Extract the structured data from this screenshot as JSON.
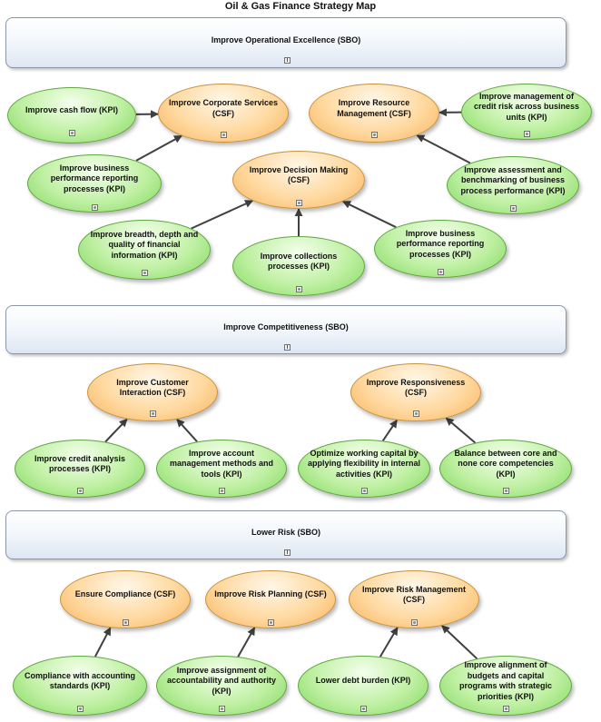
{
  "title": "Oil & Gas Finance Strategy Map",
  "colors": {
    "csf": "#ffd9a0",
    "kpi": "#bff0a2",
    "sbo": "#eef3fa",
    "arrow": "#404040"
  },
  "sbos": [
    {
      "id": "sbo1",
      "label": "Improve Operational Excellence (SBO)"
    },
    {
      "id": "sbo2",
      "label": "Improve Competitiveness (SBO)"
    },
    {
      "id": "sbo3",
      "label": "Lower Risk (SBO)"
    }
  ],
  "nodes": [
    {
      "id": "n1",
      "kind": "kpi",
      "label": "Improve cash flow (KPI)"
    },
    {
      "id": "n2",
      "kind": "csf",
      "label": "Improve Corporate Services (CSF)"
    },
    {
      "id": "n3",
      "kind": "csf",
      "label": "Improve Resource Management (CSF)"
    },
    {
      "id": "n4",
      "kind": "kpi",
      "label": "Improve management of credit risk across business units (KPI)"
    },
    {
      "id": "n5",
      "kind": "kpi",
      "label": "Improve business performance reporting processes (KPI)"
    },
    {
      "id": "n6",
      "kind": "csf",
      "label": "Improve Decision Making (CSF)"
    },
    {
      "id": "n7",
      "kind": "kpi",
      "label": "Improve assessment and benchmarking of business process performance (KPI)"
    },
    {
      "id": "n8",
      "kind": "kpi",
      "label": "Improve breadth, depth and quality of financial information (KPI)"
    },
    {
      "id": "n9",
      "kind": "kpi",
      "label": "Improve collections processes (KPI)"
    },
    {
      "id": "n10",
      "kind": "kpi",
      "label": "Improve business performance reporting processes (KPI)"
    },
    {
      "id": "n11",
      "kind": "csf",
      "label": "Improve Customer Interaction (CSF)"
    },
    {
      "id": "n12",
      "kind": "csf",
      "label": "Improve Responsiveness (CSF)"
    },
    {
      "id": "n13",
      "kind": "kpi",
      "label": "Improve credit analysis processes (KPI)"
    },
    {
      "id": "n14",
      "kind": "kpi",
      "label": "Improve account management methods and tools (KPI)"
    },
    {
      "id": "n15",
      "kind": "kpi",
      "label": "Optimize working capital by applying flexibility in internal activities (KPI)"
    },
    {
      "id": "n16",
      "kind": "kpi",
      "label": "Balance between core and none core competencies (KPI)"
    },
    {
      "id": "n17",
      "kind": "csf",
      "label": "Ensure Compliance  (CSF)"
    },
    {
      "id": "n18",
      "kind": "csf",
      "label": "Improve Risk Planning (CSF)"
    },
    {
      "id": "n19",
      "kind": "csf",
      "label": "Improve Risk Management (CSF)"
    },
    {
      "id": "n20",
      "kind": "kpi",
      "label": "Compliance with accounting standards (KPI)"
    },
    {
      "id": "n21",
      "kind": "kpi",
      "label": "Improve assignment of accountability and authority (KPI)"
    },
    {
      "id": "n22",
      "kind": "kpi",
      "label": "Lower debt burden (KPI)"
    },
    {
      "id": "n23",
      "kind": "kpi",
      "label": "Improve alignment of budgets and capital programs with strategic priorities (KPI)"
    }
  ],
  "edges": [
    {
      "from": "n1",
      "to": "n2"
    },
    {
      "from": "n5",
      "to": "n2"
    },
    {
      "from": "n4",
      "to": "n3"
    },
    {
      "from": "n7",
      "to": "n3"
    },
    {
      "from": "n8",
      "to": "n6"
    },
    {
      "from": "n9",
      "to": "n6"
    },
    {
      "from": "n10",
      "to": "n6"
    },
    {
      "from": "n13",
      "to": "n11"
    },
    {
      "from": "n14",
      "to": "n11"
    },
    {
      "from": "n15",
      "to": "n12"
    },
    {
      "from": "n16",
      "to": "n12"
    },
    {
      "from": "n20",
      "to": "n17"
    },
    {
      "from": "n21",
      "to": "n18"
    },
    {
      "from": "n22",
      "to": "n19"
    },
    {
      "from": "n23",
      "to": "n19"
    }
  ]
}
